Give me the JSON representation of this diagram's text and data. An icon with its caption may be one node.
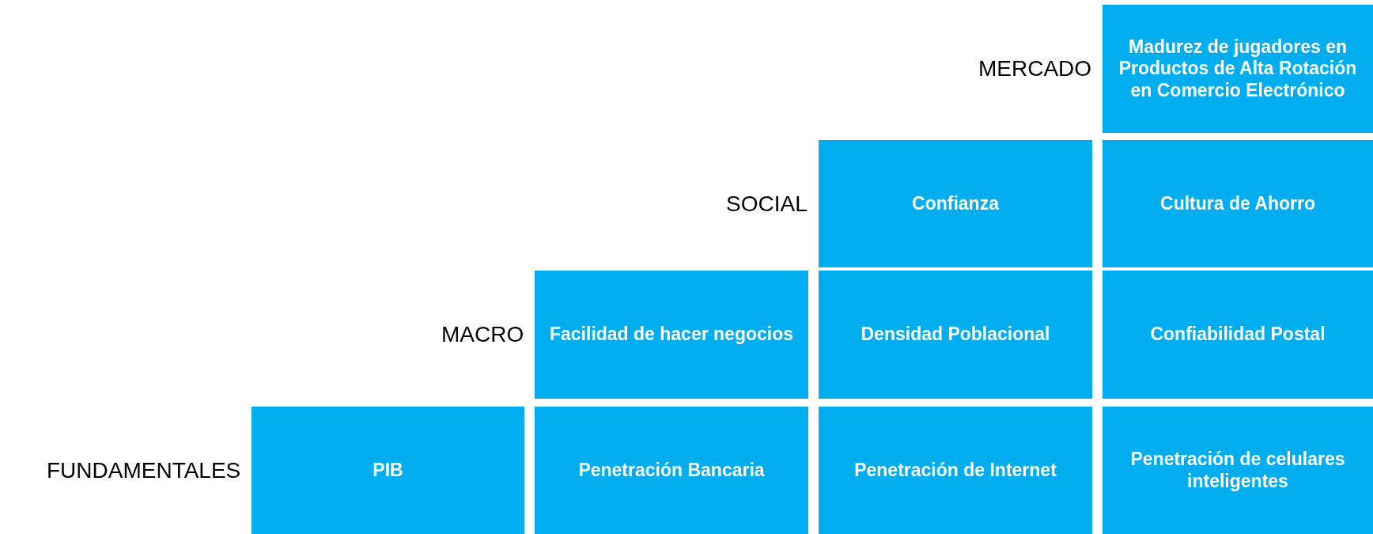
{
  "diagram": {
    "nodes": [
      {
        "text": [
          "Madurez de jugadores en Productos de Alta Rotación en Comercio Electrónico"
        ]
      },
      {
        "text": [
          "Confianza"
        ]
      },
      {
        "text": [
          "Cultura de Ahorro"
        ]
      },
      {
        "text": [
          "Facilidad de hacer negocios"
        ]
      },
      {
        "text": [
          "Densidad Poblacional"
        ]
      },
      {
        "text": [
          "Confiabilidad Postal"
        ]
      },
      {
        "text": [
          "PIB"
        ]
      },
      {
        "text": [
          "Penetración Bancaria"
        ]
      },
      {
        "text": [
          "Penetración de Internet"
        ]
      },
      {
        "text": [
          "Penetración de celulares inteligentes"
        ]
      }
    ],
    "edges": [],
    "labels": [
      "MERCADO",
      "SOCIAL",
      "MACRO",
      "FUNDAMENTALES"
    ]
  }
}
